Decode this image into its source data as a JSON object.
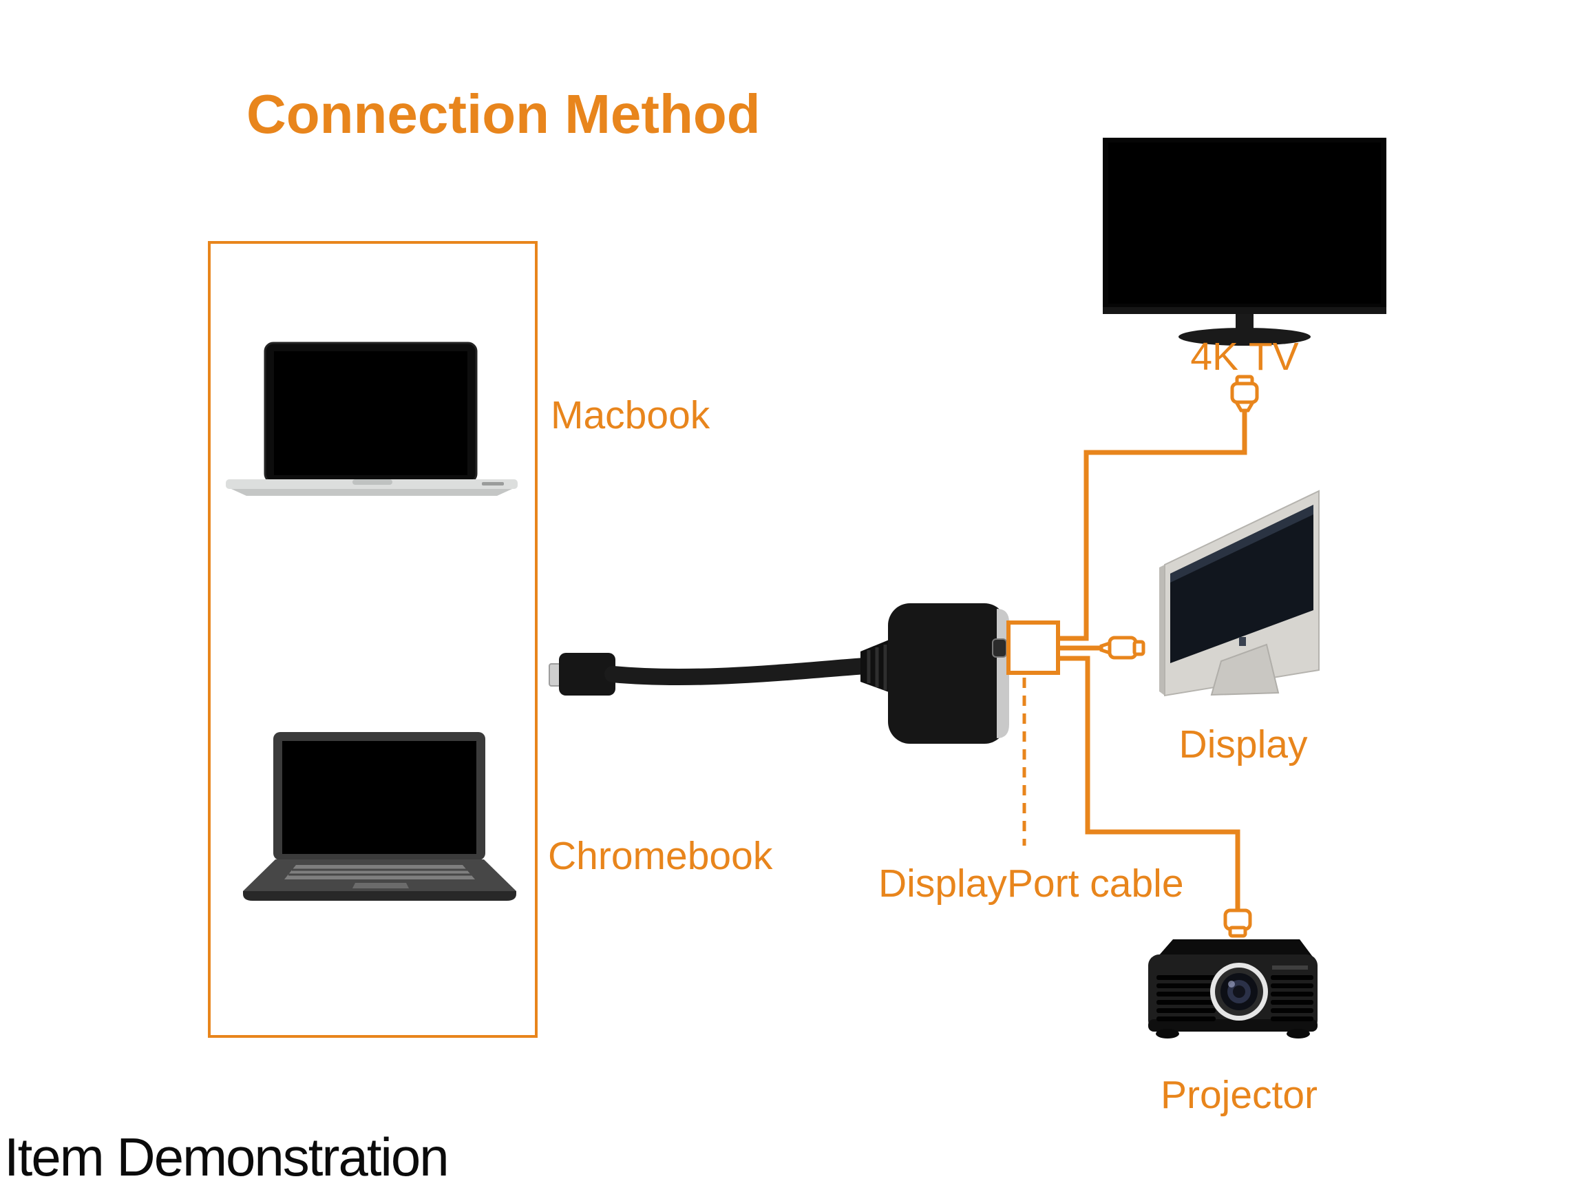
{
  "title": "Connection Method",
  "colors": {
    "accent": "#E8851C",
    "caption_text": "#0B0B0B"
  },
  "source_devices": {
    "macbook_label": "Macbook",
    "chromebook_label": "Chromebook"
  },
  "output_devices": {
    "tv_label": "4K TV",
    "display_label": "Display",
    "projector_label": "Projector"
  },
  "cable_label": "DisplayPort cable",
  "caption": "Item Demonstration",
  "icons": {
    "tv_connector": "cable-plug-up-icon",
    "display_connector": "cable-plug-right-icon",
    "projector_connector": "cable-plug-down-icon",
    "adapter": "mini-displayport-adapter-graphic"
  }
}
